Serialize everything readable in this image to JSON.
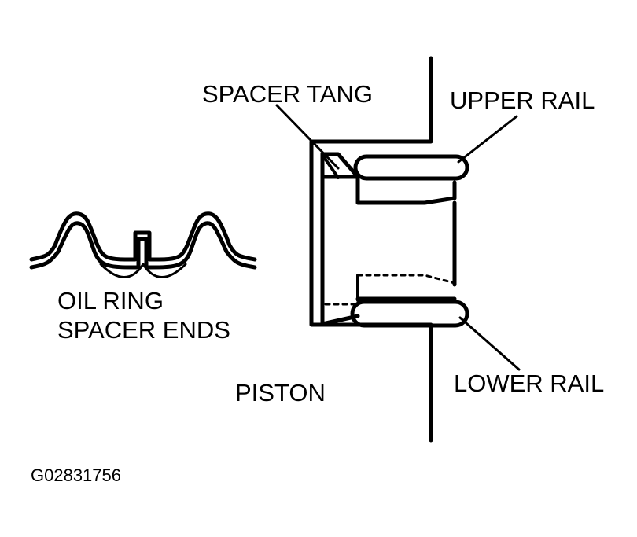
{
  "labels": {
    "spacer_tang": "SPACER TANG",
    "upper_rail": "UPPER RAIL",
    "lower_rail": "LOWER RAIL",
    "piston": "PISTON",
    "spacer_ends_line1": "OIL RING",
    "spacer_ends_line2": "SPACER ENDS"
  },
  "figure_id": "G02831756",
  "colors": {
    "ink": "#000000",
    "background": "#ffffff"
  }
}
